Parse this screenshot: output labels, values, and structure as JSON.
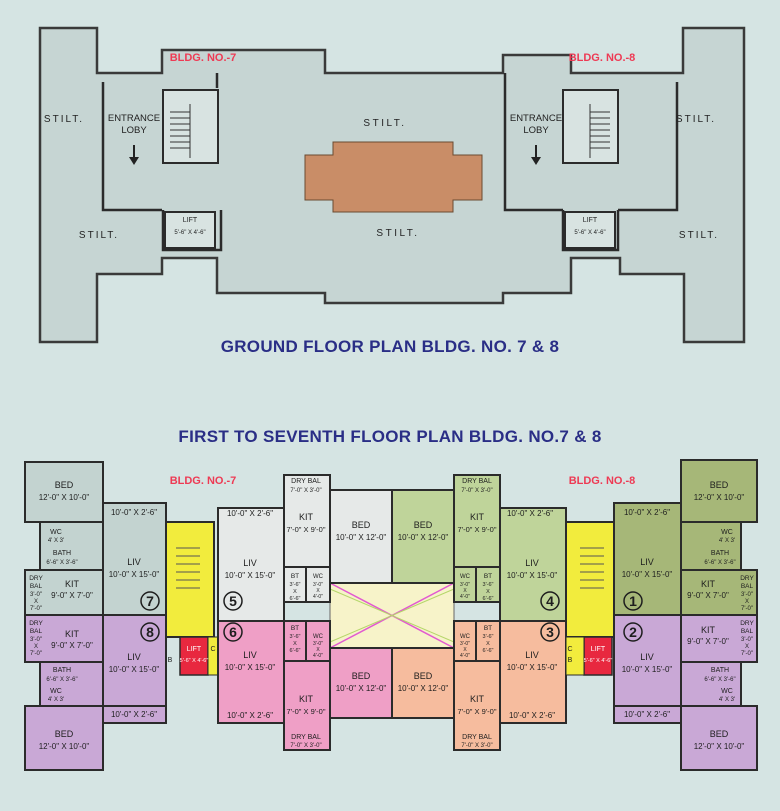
{
  "colors": {
    "page_bg": "#d5e4e3",
    "ground_floor": "#c6d5d3",
    "central_pad": "#c98d67",
    "heading": "#2a2e86",
    "flat_grey": "#c3d3d0",
    "flat_lime": "#bfd49a",
    "flat_purple": "#c9a8d6",
    "flat_pink": "#ef9fc6",
    "flat_peach": "#f6bc9e",
    "flat_olive": "#a6b778",
    "stair_yellow": "#f2ec3d",
    "lift_red": "#e8283f",
    "lobby_white": "#e6e9e8"
  },
  "ground_floor": {
    "title": "GROUND FLOOR PLAN BLDG. NO. 7 & 8",
    "bldg7_label": "BLDG. NO.-7",
    "bldg8_label": "BLDG. NO.-8",
    "stilt": "STILT.",
    "entrance_line1": "ENTRANCE",
    "entrance_line2": "LOBY",
    "lift": "LIFT",
    "lift_size": "5'-6\" X 4'-6\""
  },
  "typical_floor": {
    "title": "FIRST TO SEVENTH FLOOR PLAN BLDG. NO.7 & 8",
    "bldg7_label": "BLDG. NO.-7",
    "bldg8_label": "BLDG. NO.-8",
    "labels": {
      "bed": "BED",
      "liv": "LIV",
      "kit": "KIT",
      "wc": "WC",
      "bath": "BATH",
      "dry_bal": "DRY BAL",
      "dry": "DRY",
      "bal": "BAL",
      "bt": "BT",
      "lift": "LIFT",
      "cb_c": "C",
      "cb_b": "B"
    },
    "sizes": {
      "bed_end": "12'-0\" X 10'-0\"",
      "bed_mid": "10'-0\" X 12'-0\"",
      "liv": "10'-0\" X 15'-0\"",
      "kit_end": "9'-0\" X 7'-0\"",
      "kit_mid": "7'-0\" X 9'-0\"",
      "balcony": "10'-0\" X 2'-6\"",
      "wc": "4' X 3'",
      "bath": "6'-6\" X 3'-6\"",
      "dry_bal_mid": "7'-0\" X 3'-0\"",
      "dry_bal_end_1": "3'-0\"",
      "dry_bal_end_2": "X",
      "dry_bal_end_3": "7'-0\"",
      "bt_1": "3'-6\"",
      "bt_2": "X",
      "bt_3": "6'-6\"",
      "wc_small_1": "3'-0\"",
      "wc_small_2": "X",
      "wc_small_3": "4'-0\"",
      "lift": "5'-6\" X 4'-6\""
    },
    "flat_numbers": [
      "1",
      "2",
      "3",
      "4",
      "5",
      "6",
      "7",
      "8"
    ]
  }
}
